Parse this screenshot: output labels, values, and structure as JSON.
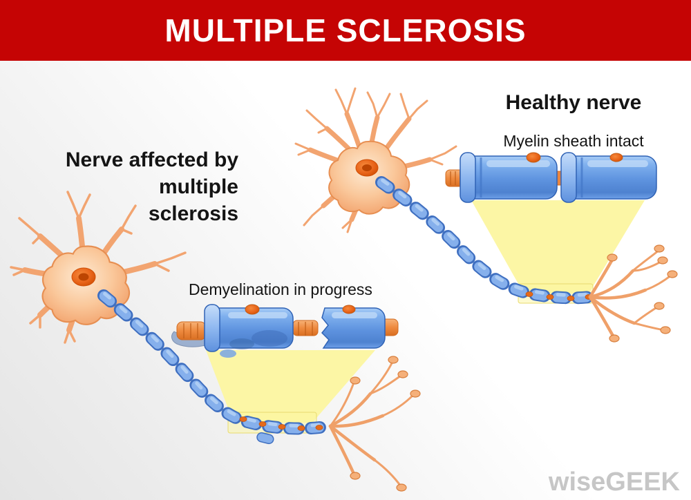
{
  "header": {
    "title": "MULTIPLE SCLEROSIS"
  },
  "healthy": {
    "title": "Healthy nerve",
    "subtitle": "Myelin sheath intact"
  },
  "affected": {
    "title": "Nerve affected by\nmultiple\nsclerosis",
    "subtitle": "Demyelination in progress"
  },
  "watermark": "wiseGEEK",
  "colors": {
    "banner_red": "#c50404",
    "title_text": "#ffffff",
    "label_text": "#141414",
    "myelin_blue": "#6ea2e8",
    "myelin_outline": "#2f62b5",
    "axon_orange": "#ee8a3f",
    "neuron_peach": "#f7c194",
    "nucleus_orange": "#e9651a",
    "beam_yellow": "#fcf6a0",
    "watermark_gray": "#c6c6c6"
  }
}
